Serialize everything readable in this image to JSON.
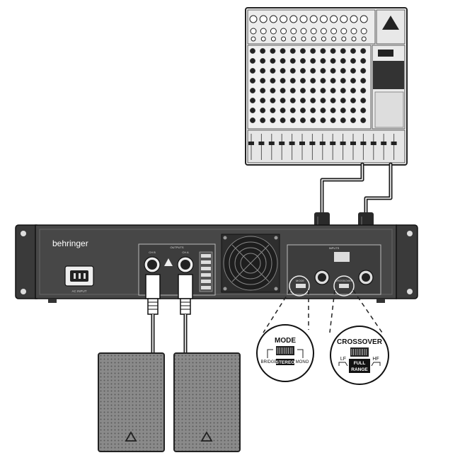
{
  "amplifier": {
    "brand": "behringer",
    "ac_input_label": "AC INPUT",
    "outputs_label": "OUTPUTS",
    "out_left_label": "CH B",
    "out_right_label": "CH A",
    "inputs_label": "INPUTS",
    "mode_small_label": "MODE",
    "crossover_small_label": "CROSSOVER"
  },
  "mode_switch": {
    "title": "MODE",
    "options": [
      "BRIDGE",
      "STEREO",
      "MONO"
    ],
    "selected": "STEREO"
  },
  "crossover_switch": {
    "title": "CROSSOVER",
    "left": "LF",
    "right": "HF",
    "selected_line1": "FULL",
    "selected_line2": "RANGE"
  },
  "speakers": [
    "left-speaker",
    "right-speaker"
  ],
  "colors": {
    "device_dark": "#3a3a3a",
    "panel": "#4a4a4a",
    "line": "#1a1a1a",
    "mixer_face": "#f2f2f2"
  }
}
